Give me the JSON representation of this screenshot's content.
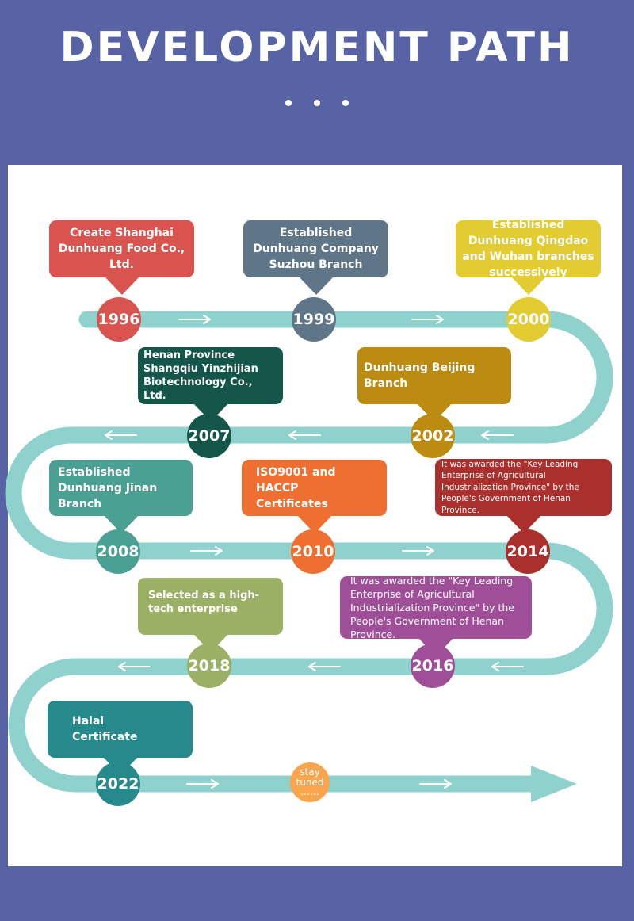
{
  "header": {
    "title": "DEVELOPMENT PATH"
  },
  "milestones": [
    {
      "year": "1996",
      "text": "Create Shanghai Dunhuang Food Co., Ltd.",
      "color": "#d9534f"
    },
    {
      "year": "1999",
      "text": "Established Dunhuang Company Suzhou Branch",
      "color": "#5e7687"
    },
    {
      "year": "2000",
      "text": "Established Dunhuang Qingdao and Wuhan branches successively",
      "color": "#e3cb32"
    },
    {
      "year": "2002",
      "text": "Dunhuang Beijing Branch",
      "color": "#bb8b12"
    },
    {
      "year": "2007",
      "text": "Henan Province Shangqiu Yinzhijian Biotechnology Co., Ltd.",
      "color": "#14574a"
    },
    {
      "year": "2008",
      "text": "Established Dunhuang Jinan Branch",
      "color": "#4aa092"
    },
    {
      "year": "2010",
      "text": "ISO9001 and HACCP Certificates",
      "color": "#ef6f31"
    },
    {
      "year": "2014",
      "text": "It was awarded the \"Key Leading Enterprise of Agricultural Industrialization Province\" by the People's Government of Henan Province.",
      "color": "#a9302d"
    },
    {
      "year": "2016",
      "text": "It was awarded the \"Key Leading Enterprise of Agricultural Industrialization Province\" by the People's Government of Henan Province.",
      "color": "#9e4f98"
    },
    {
      "year": "2018",
      "text": "Selected as a high-tech enterprise",
      "color": "#9ab065"
    },
    {
      "year": "2022",
      "text": "Halal Certificate",
      "color": "#268a8c"
    }
  ],
  "stay_tuned": {
    "line1": "stay",
    "line2": "tuned",
    "line3": "……"
  },
  "colors": {
    "background": "#5763a5",
    "road": "#8ed1cd",
    "tuned": "#f9a54d"
  }
}
